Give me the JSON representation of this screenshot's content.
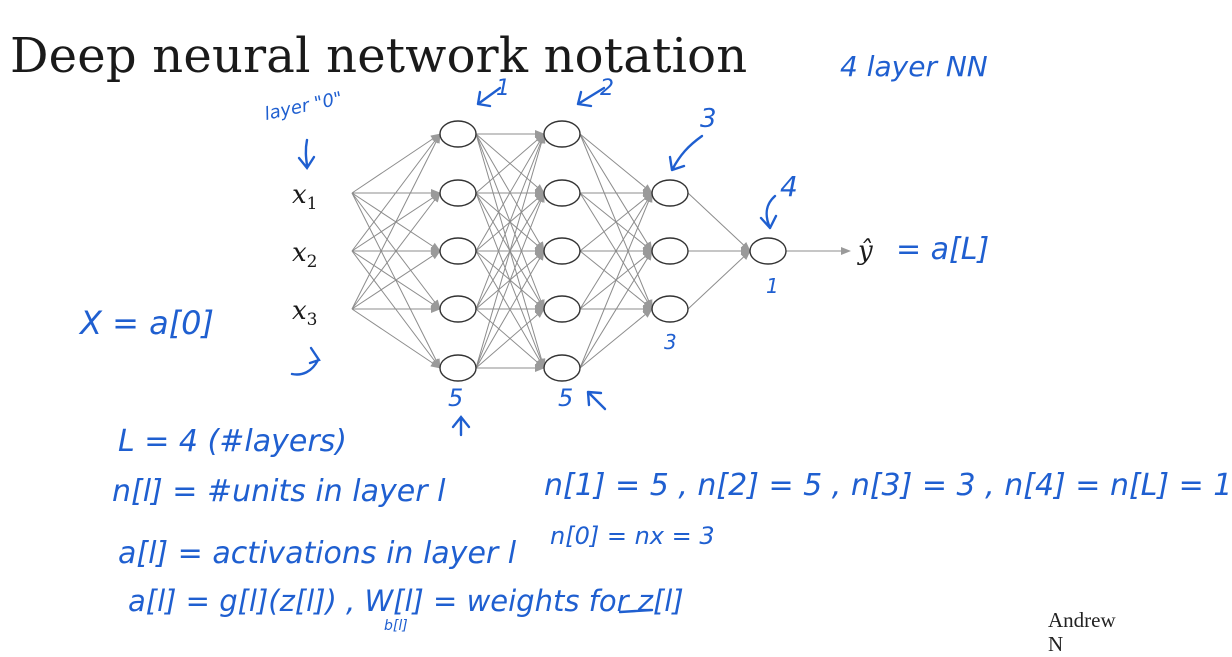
{
  "title": "Deep neural network notation",
  "author": "Andrew",
  "author_cut": "N",
  "inputs": [
    {
      "symbol": "x",
      "sub": "1"
    },
    {
      "symbol": "x",
      "sub": "2"
    },
    {
      "symbol": "x",
      "sub": "3"
    }
  ],
  "output_symbol": "ŷ",
  "ink_color": "#1f5fd0",
  "network": {
    "layer_sizes": [
      5,
      5,
      3,
      1
    ]
  },
  "annotations": {
    "four_layer_nn": "4 layer NN",
    "layer_zero": "layer \"0\"",
    "layer_1": "1",
    "layer_2": "2",
    "layer_3": "3",
    "layer_4": "4",
    "output_eq": "= a[L]",
    "x_eq": "X = a[0]",
    "count_5_a": "5",
    "count_5_b": "5",
    "count_3": "3",
    "count_1": "1",
    "l_eq": "L = 4   (#layers)",
    "n_def": "n[l] = #units in layer l",
    "n_values": "n[1] = 5 , n[2] = 5 , n[3] = 3 , n[4] = n[L] = 1",
    "n_zero": "n[0] = nx = 3",
    "a_def": "a[l] = activations in layer l",
    "a_eq": "a[l] = g[l](z[l]) ,  W[l] = weights for z[l]",
    "b_label": "b[l]"
  }
}
